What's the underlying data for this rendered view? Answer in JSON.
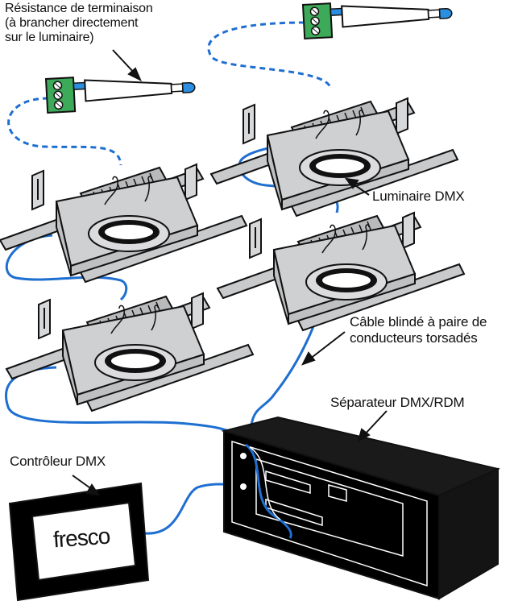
{
  "labels": {
    "termination_resistor": "Résistance de terminaison\n(à brancher directement\nsur le luminaire)",
    "dmx_luminaire": "Luminaire DMX",
    "shielded_cable": "Câble blindé à paire de\nconducteurs torsadés",
    "splitter": "Séparateur DMX/RDM",
    "controller": "Contrôleur DMX"
  },
  "controller": {
    "brand": "fresco"
  },
  "colors": {
    "cable": "#1f6fd1",
    "resistor_terminal": "#3daa5a",
    "resistor_tip": "#2a8fe0",
    "luminaire_body": "#cfd0d2",
    "outline": "#111111"
  }
}
